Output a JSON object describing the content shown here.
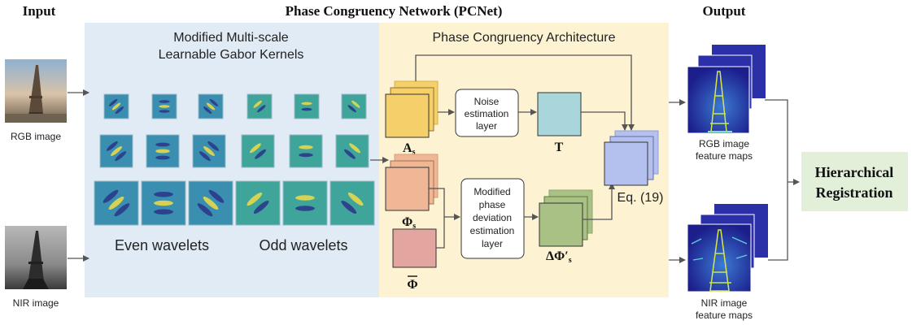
{
  "header": {
    "input": "Input",
    "network": "Phase Congruency Network (PCNet)",
    "output": "Output"
  },
  "gabor_panel": {
    "title_line1": "Modified Multi-scale",
    "title_line2": "Learnable Gabor Kernels",
    "even_label": "Even wavelets",
    "odd_label": "Odd wavelets"
  },
  "pc_panel": {
    "title": "Phase Congruency Architecture",
    "noise_box": [
      "Noise",
      "estimation",
      "layer"
    ],
    "phase_box": [
      "Modified",
      "phase",
      "deviation",
      "estimation",
      "layer"
    ],
    "label_A": "A",
    "label_A_sub": "s",
    "label_T": "T",
    "label_Phi": "Φ",
    "label_Phi_sub": "s",
    "label_Phibar": "Φ",
    "label_dPhi": "ΔΦ′",
    "label_dPhi_sub": "s",
    "eq_label": "Eq. (19)"
  },
  "inputs": {
    "rgb_label": "RGB image",
    "nir_label": "NIR image"
  },
  "outputs": {
    "rgb_label": [
      "RGB image",
      "feature maps"
    ],
    "nir_label": [
      "NIR image",
      "feature maps"
    ]
  },
  "registration": [
    "Hierarchical",
    "Registration"
  ],
  "colors": {
    "gabor_bg": "#e1ebf5",
    "pc_bg": "#fdf3d2",
    "amp": "#f4cf6a",
    "noise_T": "#a8d6da",
    "phi": "#efb795",
    "phibar": "#e3a59f",
    "dphi": "#a9c184",
    "eq": "#b4c1ee",
    "registration_bg": "#e3f0d9",
    "feature_map": "#2b2fa8"
  }
}
